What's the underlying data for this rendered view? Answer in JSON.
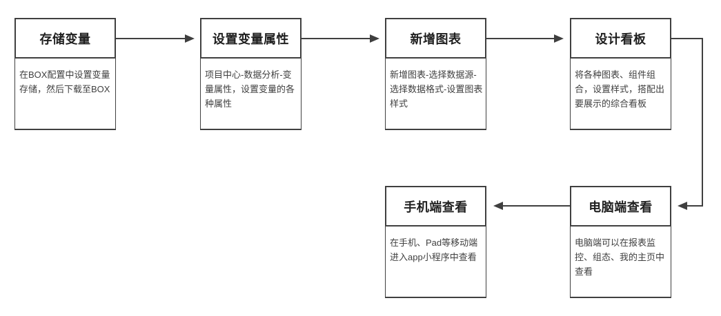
{
  "diagram": {
    "type": "flowchart",
    "background": "#ffffff",
    "colors": {
      "node_border": "#3f3f3f",
      "connector": "#3f3f3f",
      "title_text": "#1f1f1f",
      "body_text": "#404040",
      "node_fill": "#ffffff"
    },
    "nodes": [
      {
        "id": "store-variables",
        "title": "存储变量",
        "description": "在BOX配置中设置变量存储，然后下载至BOX"
      },
      {
        "id": "set-variable-properties",
        "title": "设置变量属性",
        "description": "项目中心-数据分析-变量属性，设置变量的各种属性"
      },
      {
        "id": "add-chart",
        "title": "新增图表",
        "description": "新增图表-选择数据源-选择数据格式-设置图表样式"
      },
      {
        "id": "design-dashboard",
        "title": "设计看板",
        "description": "将各种图表、组件组合，设置样式，搭配出要展示的综合看板"
      },
      {
        "id": "pc-view",
        "title": "电脑端查看",
        "description": "电脑端可以在报表监控、组态、我的主页中查看"
      },
      {
        "id": "mobile-view",
        "title": "手机端查看",
        "description": "在手机、Pad等移动端进入app小程序中查看"
      }
    ],
    "edges": [
      {
        "from": "存储变量",
        "to": "设置变量属性",
        "path": "right"
      },
      {
        "from": "设置变量属性",
        "to": "新增图表",
        "path": "right"
      },
      {
        "from": "新增图表",
        "to": "设计看板",
        "path": "right"
      },
      {
        "from": "设计看板",
        "to": "电脑端查看",
        "path": "right-down-left"
      },
      {
        "from": "电脑端查看",
        "to": "手机端查看",
        "path": "left"
      }
    ]
  }
}
